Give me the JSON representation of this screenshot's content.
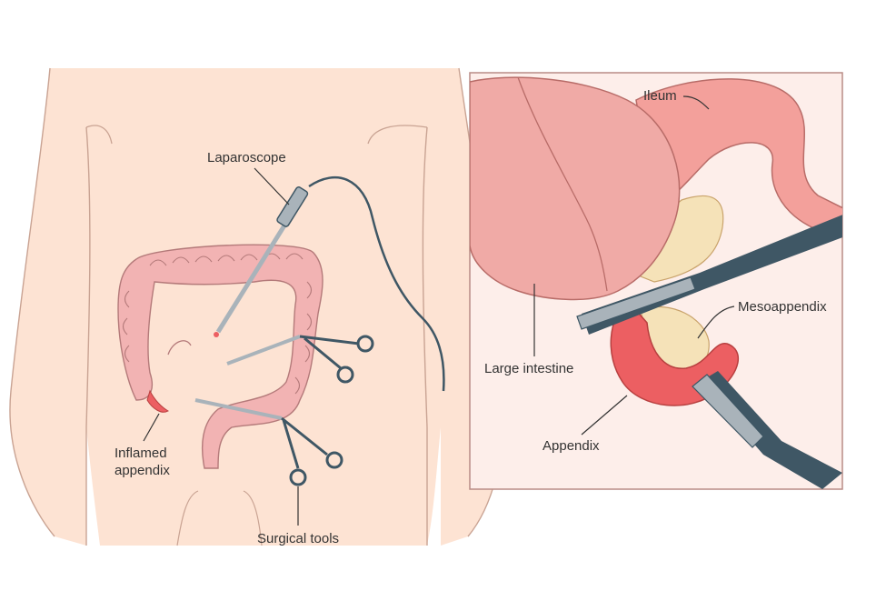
{
  "labels": {
    "laparoscope": "Laparoscope",
    "inflamed_line1": "Inflamed",
    "inflamed_line2": "appendix",
    "surgical_tools": "Surgical tools",
    "ileum": "Ileum",
    "mesoappendix": "Mesoappendix",
    "large_intestine": "Large intestine",
    "appendix": "Appendix"
  },
  "colors": {
    "skin": "#fde3d3",
    "skin_line": "#c9a393",
    "colon": "#f2b3b3",
    "colon_line": "#b47a7a",
    "appendix": "#ec5f62",
    "tool": "#3f5765",
    "tool_light": "#a9b3ba",
    "fat": "#f5e2b8",
    "inset_bg": "#fdeeea",
    "inset_border": "#b98c86"
  }
}
